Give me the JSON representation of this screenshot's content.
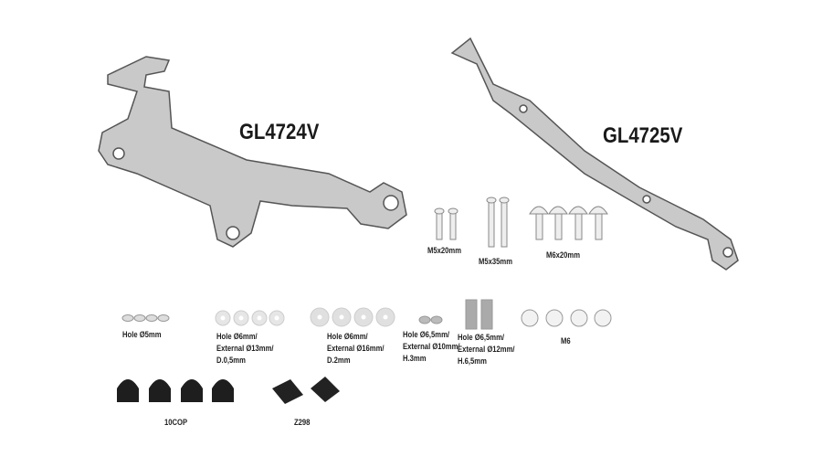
{
  "parts": {
    "bracket_left": "GL4724V",
    "bracket_right": "GL4725V",
    "screw_m5x20": "M5x20mm",
    "screw_m5x35": "M5x35mm",
    "screw_m6x20": "M6x20mm",
    "washer_5": "Hole Ø5mm",
    "washer_13": [
      "Hole Ø6mm/",
      "External Ø13mm/",
      "D.0,5mm"
    ],
    "washer_16": [
      "Hole Ø6mm/",
      "External Ø16mm/",
      "D.2mm"
    ],
    "spacer_10": [
      "Hole Ø6,5mm/",
      "External Ø10mm/",
      "H.3mm"
    ],
    "spacer_12": [
      "Hole Ø6,5mm/",
      "External Ø12mm/",
      "H.6,5mm"
    ],
    "nut_m6": "M6",
    "caps": "10COP",
    "pads": "Z298"
  },
  "colors": {
    "metal": "#c9c9c9",
    "outline": "#555555",
    "rubber": "#1e1e1e"
  }
}
